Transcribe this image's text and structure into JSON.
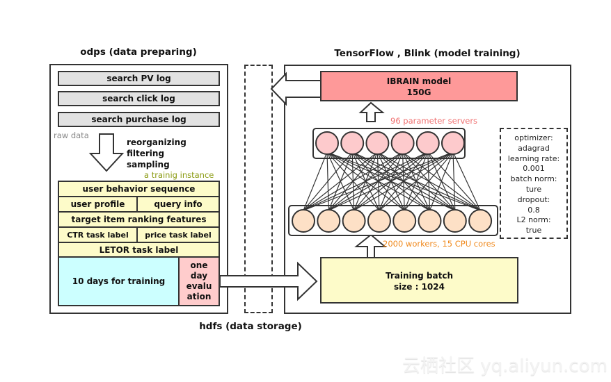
{
  "sections": {
    "odps_title": "odps (data preparing)",
    "tf_title": "TensorFlow , Blink (model training)",
    "hdfs_title": "hdfs (data storage)"
  },
  "logs": [
    "search PV log",
    "search click log",
    "search purchase log"
  ],
  "raw_data_label": "raw data",
  "processing_steps": [
    "reorganizing",
    "filtering",
    "sampling"
  ],
  "instance_label": "a trainig instance",
  "instance_fields": {
    "user_behavior": "user behavior sequence",
    "user_profile": "user profile",
    "query_info": "query info",
    "target_item": "target item ranking features",
    "ctr_label": "CTR task label",
    "price_label": "price task label",
    "letor_label": "LETOR task label",
    "training_days": "10 days for training",
    "evaluation_lines": [
      "one",
      "day",
      "evalu",
      "ation"
    ]
  },
  "model": {
    "name": "IBRAIN model",
    "size": "150G"
  },
  "parameter_servers_label": "96 parameter servers",
  "workers_label": "2000 workers, 15 CPU cores",
  "network": {
    "server_nodes": 6,
    "worker_nodes": 8
  },
  "training_batch": {
    "line1": "Training batch",
    "line2": "size : 1024"
  },
  "hyperparams": [
    "optimizer:",
    "adagrad",
    "learning rate:",
    "0.001",
    "batch norm:",
    "ture",
    "dropout:",
    "0.8",
    "L2 norm:",
    "true"
  ],
  "colors": {
    "log_fill": "#e2e2e2",
    "instance_fill": "#fdfbc9",
    "training_fill": "#ccffff",
    "eval_fill": "#ffcccc",
    "model_fill": "#fe9999",
    "server_node_fill": "#fdcacc",
    "worker_node_fill": "#fde0c6",
    "ps_text": "#f07070",
    "worker_text": "#f08a1e",
    "instance_text": "#8a9a10",
    "raw_text": "#888888"
  },
  "watermark": "云栖社区 yq.aliyun.com"
}
